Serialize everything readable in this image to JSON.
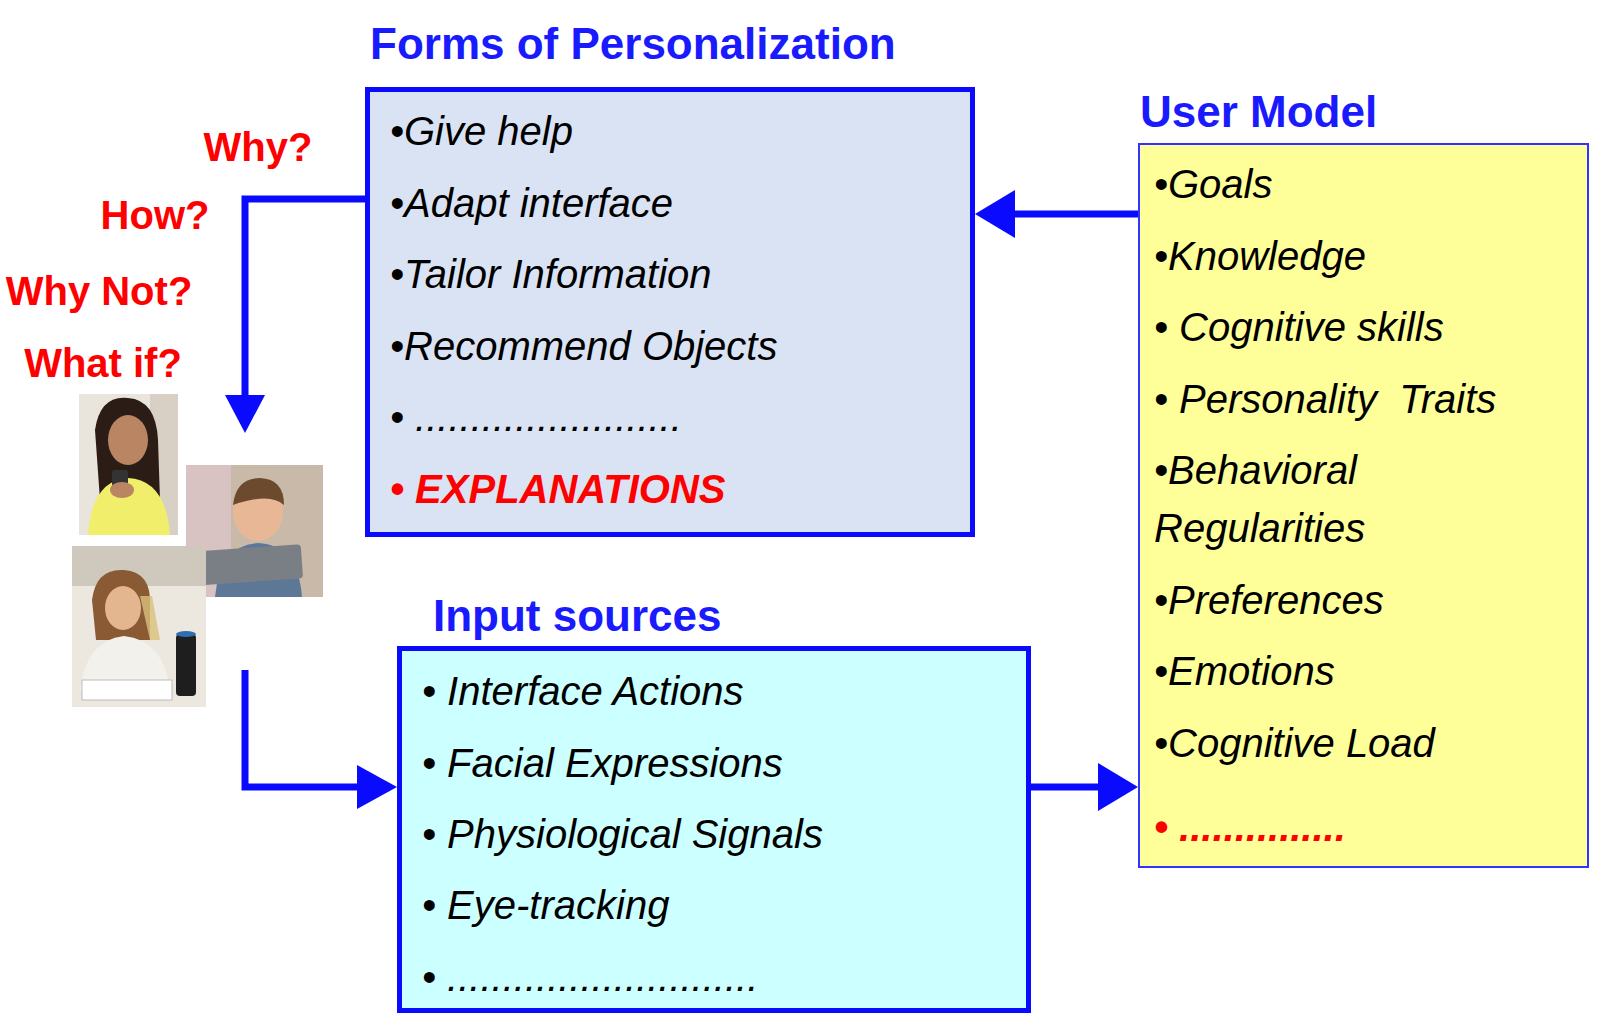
{
  "diagram": {
    "nodes": [
      {
        "text": [
          "Forms of Personalization",
          "•Give help",
          "•Adapt interface",
          "•Tailor Information",
          "•Recommend Objects",
          "• ........................",
          "• EXPLANATIONS"
        ]
      },
      {
        "text": [
          "Input sources",
          "• Interface Actions",
          "• Facial Expressions",
          "• Physiological Signals",
          "• Eye-tracking",
          "• ............................"
        ]
      },
      {
        "text": [
          "User Model",
          "•Goals",
          "•Knowledge",
          "• Cognitive skills",
          "• Personality  Traits",
          "•Behavioral Regularities",
          "•Preferences",
          "•Emotions",
          "•Cognitive Load",
          "• ..............."
        ]
      }
    ],
    "edges": [
      {
        "from": 2,
        "to": 0,
        "arrow": "to"
      },
      {
        "from": 1,
        "to": 2,
        "arrow": "to"
      }
    ],
    "labels": [
      "Why?",
      "How?",
      "Why Not?",
      "What if?"
    ]
  }
}
